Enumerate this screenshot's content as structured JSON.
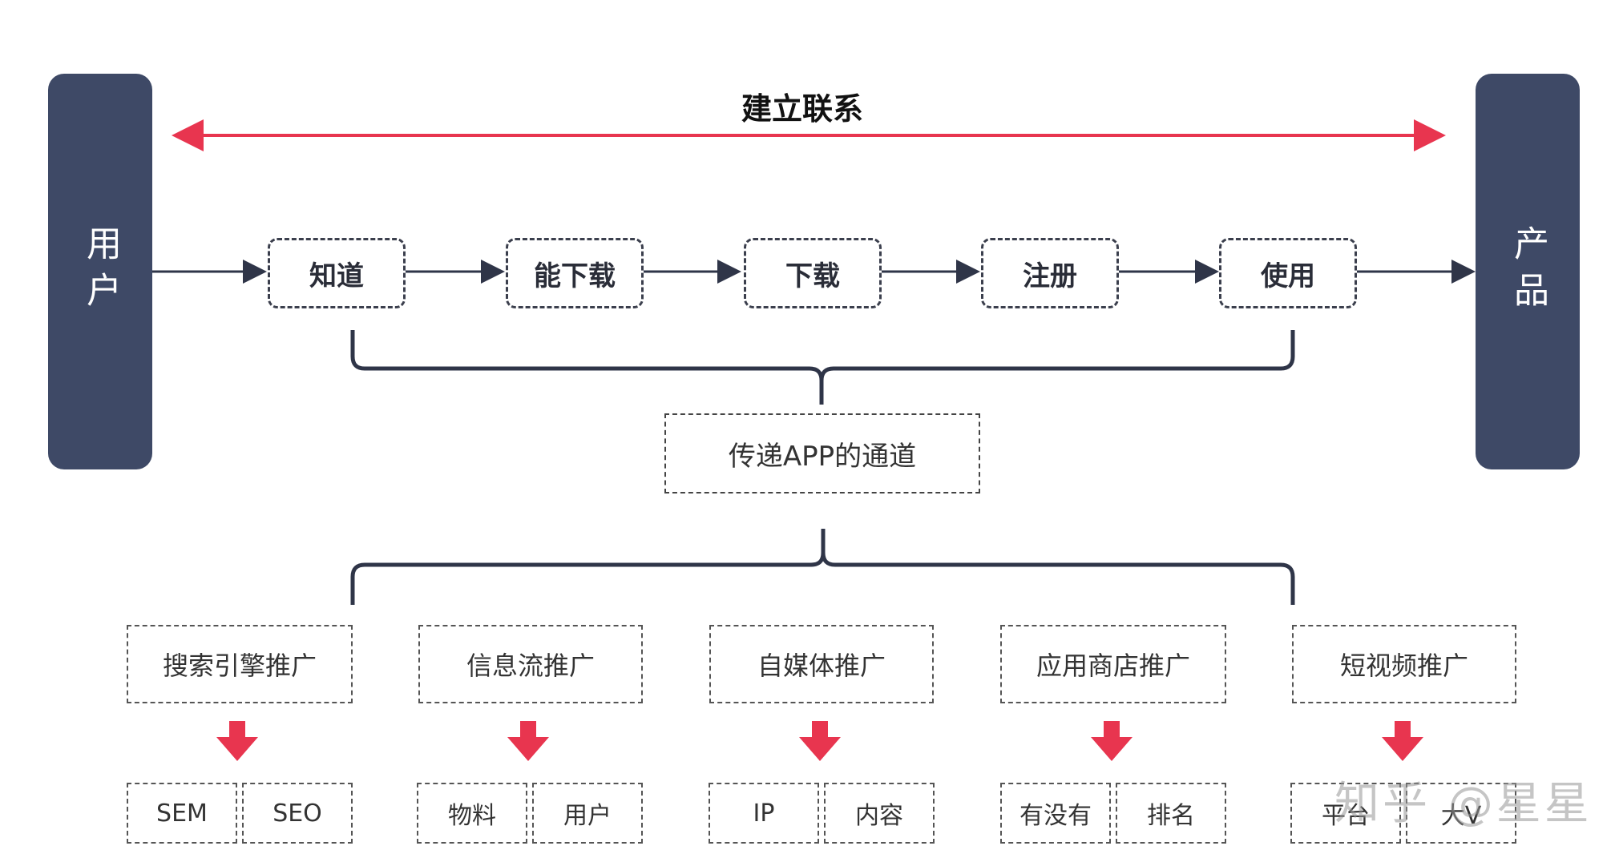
{
  "header": {
    "title": "建立联系"
  },
  "left_bar": {
    "label": "用户"
  },
  "right_bar": {
    "label": "产品"
  },
  "steps": [
    "知道",
    "能下载",
    "下载",
    "注册",
    "使用"
  ],
  "channel": {
    "label": "传递APP的通道"
  },
  "categories": [
    {
      "label": "搜索引擎推广",
      "subs": [
        "SEM",
        "SEO"
      ]
    },
    {
      "label": "信息流推广",
      "subs": [
        "物料",
        "用户"
      ]
    },
    {
      "label": "自媒体推广",
      "subs": [
        "IP",
        "内容"
      ]
    },
    {
      "label": "应用商店推广",
      "subs": [
        "有没有",
        "排名"
      ]
    },
    {
      "label": "短视频推广",
      "subs": [
        "平台",
        "大V"
      ]
    }
  ],
  "watermark": "知乎 @星星",
  "colors": {
    "bar": "#3e4966",
    "accent": "#e8354f",
    "line": "#2f3548"
  }
}
